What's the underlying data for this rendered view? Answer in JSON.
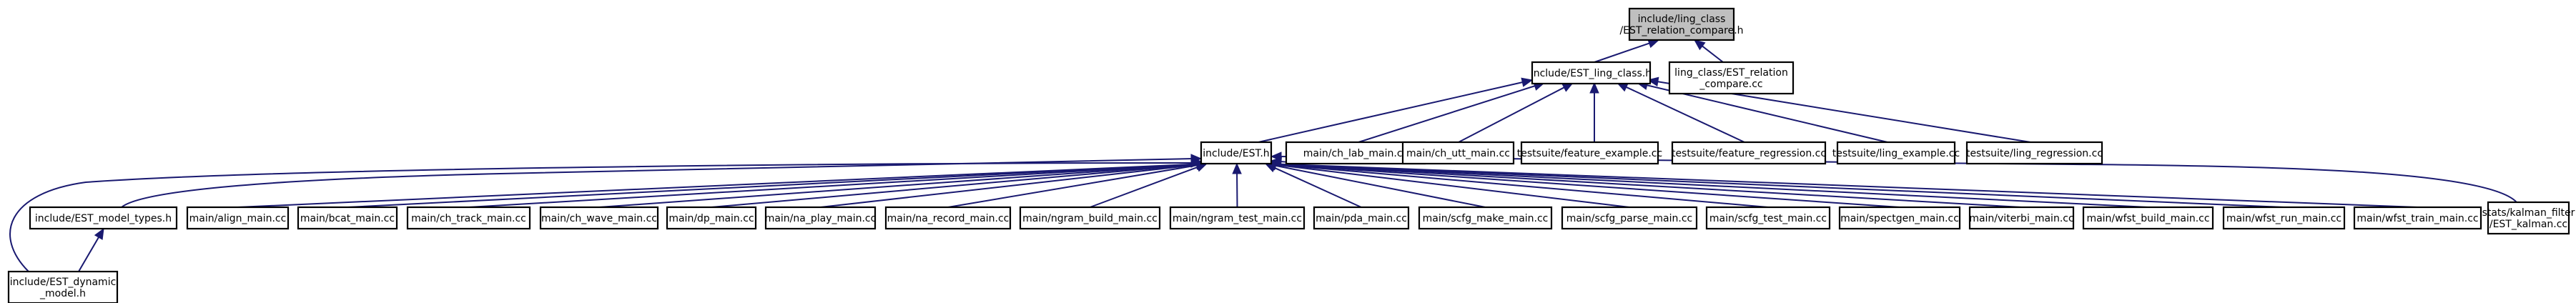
{
  "graph": {
    "nodes": [
      {
        "id": "root",
        "lines": [
          "include/ling_class",
          "/EST_relation_compare.h"
        ],
        "highlight": true
      },
      {
        "id": "ling_class_h",
        "lines": [
          "include/EST_ling_class.h"
        ]
      },
      {
        "id": "relation_compare_cc",
        "lines": [
          "ling_class/EST_relation",
          "_compare.cc"
        ]
      },
      {
        "id": "est_h",
        "lines": [
          "include/EST.h"
        ]
      },
      {
        "id": "ch_lab",
        "lines": [
          "main/ch_lab_main.cc"
        ]
      },
      {
        "id": "ch_utt",
        "lines": [
          "main/ch_utt_main.cc"
        ]
      },
      {
        "id": "feature_example",
        "lines": [
          "testsuite/feature_example.cc"
        ]
      },
      {
        "id": "feature_regression",
        "lines": [
          "testsuite/feature_regression.cc"
        ]
      },
      {
        "id": "ling_example",
        "lines": [
          "testsuite/ling_example.cc"
        ]
      },
      {
        "id": "ling_regression",
        "lines": [
          "testsuite/ling_regression.cc"
        ]
      },
      {
        "id": "model_types",
        "lines": [
          "include/EST_model_types.h"
        ]
      },
      {
        "id": "align_main",
        "lines": [
          "main/align_main.cc"
        ]
      },
      {
        "id": "bcat_main",
        "lines": [
          "main/bcat_main.cc"
        ]
      },
      {
        "id": "ch_track",
        "lines": [
          "main/ch_track_main.cc"
        ]
      },
      {
        "id": "ch_wave",
        "lines": [
          "main/ch_wave_main.cc"
        ]
      },
      {
        "id": "dp_main",
        "lines": [
          "main/dp_main.cc"
        ]
      },
      {
        "id": "na_play",
        "lines": [
          "main/na_play_main.cc"
        ]
      },
      {
        "id": "na_record",
        "lines": [
          "main/na_record_main.cc"
        ]
      },
      {
        "id": "ngram_build",
        "lines": [
          "main/ngram_build_main.cc"
        ]
      },
      {
        "id": "ngram_test",
        "lines": [
          "main/ngram_test_main.cc"
        ]
      },
      {
        "id": "pda_main",
        "lines": [
          "main/pda_main.cc"
        ]
      },
      {
        "id": "scfg_make",
        "lines": [
          "main/scfg_make_main.cc"
        ]
      },
      {
        "id": "scfg_parse",
        "lines": [
          "main/scfg_parse_main.cc"
        ]
      },
      {
        "id": "scfg_test",
        "lines": [
          "main/scfg_test_main.cc"
        ]
      },
      {
        "id": "spectgen",
        "lines": [
          "main/spectgen_main.cc"
        ]
      },
      {
        "id": "viterbi",
        "lines": [
          "main/viterbi_main.cc"
        ]
      },
      {
        "id": "wfst_build",
        "lines": [
          "main/wfst_build_main.cc"
        ]
      },
      {
        "id": "wfst_run",
        "lines": [
          "main/wfst_run_main.cc"
        ]
      },
      {
        "id": "wfst_train",
        "lines": [
          "main/wfst_train_main.cc"
        ]
      },
      {
        "id": "kalman",
        "lines": [
          "stats/kalman_filter",
          "/EST_kalman.cc"
        ]
      },
      {
        "id": "dynamic_model",
        "lines": [
          "include/EST_dynamic",
          "_model.h"
        ]
      }
    ],
    "edges": [
      {
        "from": "ling_class_h",
        "to": "root"
      },
      {
        "from": "relation_compare_cc",
        "to": "root"
      },
      {
        "from": "est_h",
        "to": "ling_class_h"
      },
      {
        "from": "ch_lab",
        "to": "ling_class_h"
      },
      {
        "from": "ch_utt",
        "to": "ling_class_h"
      },
      {
        "from": "feature_example",
        "to": "ling_class_h"
      },
      {
        "from": "feature_regression",
        "to": "ling_class_h"
      },
      {
        "from": "ling_example",
        "to": "ling_class_h"
      },
      {
        "from": "ling_regression",
        "to": "ling_class_h"
      },
      {
        "from": "ch_lab",
        "to": "est_h"
      },
      {
        "from": "model_types",
        "to": "est_h"
      },
      {
        "from": "align_main",
        "to": "est_h"
      },
      {
        "from": "bcat_main",
        "to": "est_h"
      },
      {
        "from": "ch_track",
        "to": "est_h"
      },
      {
        "from": "ch_wave",
        "to": "est_h"
      },
      {
        "from": "dp_main",
        "to": "est_h"
      },
      {
        "from": "na_play",
        "to": "est_h"
      },
      {
        "from": "na_record",
        "to": "est_h"
      },
      {
        "from": "ngram_build",
        "to": "est_h"
      },
      {
        "from": "ngram_test",
        "to": "est_h"
      },
      {
        "from": "pda_main",
        "to": "est_h"
      },
      {
        "from": "scfg_make",
        "to": "est_h"
      },
      {
        "from": "scfg_parse",
        "to": "est_h"
      },
      {
        "from": "scfg_test",
        "to": "est_h"
      },
      {
        "from": "spectgen",
        "to": "est_h"
      },
      {
        "from": "viterbi",
        "to": "est_h"
      },
      {
        "from": "wfst_build",
        "to": "est_h"
      },
      {
        "from": "wfst_run",
        "to": "est_h"
      },
      {
        "from": "wfst_train",
        "to": "est_h"
      },
      {
        "from": "kalman",
        "to": "est_h"
      },
      {
        "from": "dynamic_model",
        "to": "est_h"
      },
      {
        "from": "dynamic_model",
        "to": "model_types"
      }
    ]
  },
  "colors": {
    "edge": "#191970",
    "node_border": "#000000",
    "node_fill": "#ffffff",
    "highlight_fill": "#bfbfbf"
  }
}
